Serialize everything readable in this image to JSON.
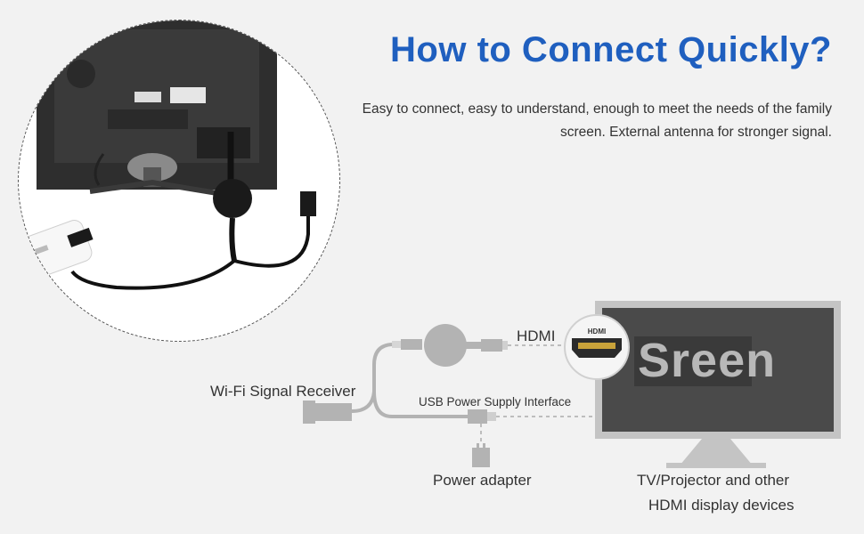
{
  "header": {
    "title": "How to Connect Quickly?",
    "description": "Easy to connect, easy to understand, enough to meet the needs of the family screen. External antenna for stronger signal."
  },
  "labels": {
    "hdmi": "HDMI",
    "wifi_receiver": "Wi-Fi Signal Receiver",
    "usb_power": "USB Power Supply Interface",
    "power_adapter": "Power adapter",
    "tv_line1": "TV/Projector and other",
    "tv_line2": "HDMI display devices",
    "screen": "Sreen",
    "hdmi_port_logo": "HDMI"
  },
  "colors": {
    "title": "#1f5fbf",
    "diagram_gray": "#b3b3b3",
    "screen_dark": "#4a4a4a"
  }
}
